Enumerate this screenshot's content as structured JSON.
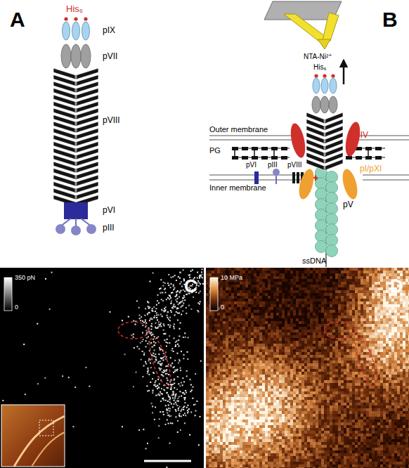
{
  "diagram": {
    "labels": [
      "A",
      "B",
      "His₆",
      "pIX",
      "pVII",
      "pVIII",
      "pVI",
      "pIII",
      "NTA-Ni²⁺",
      "His₆",
      "pIV",
      "Outer membrane",
      "PG",
      "pVI",
      "pIII",
      "pVIII",
      "pI/pXI",
      "pV",
      "Inner membrane",
      "ssDNA",
      "C",
      "350 pN",
      "0",
      "D",
      "10 MPa",
      "0"
    ]
  }
}
